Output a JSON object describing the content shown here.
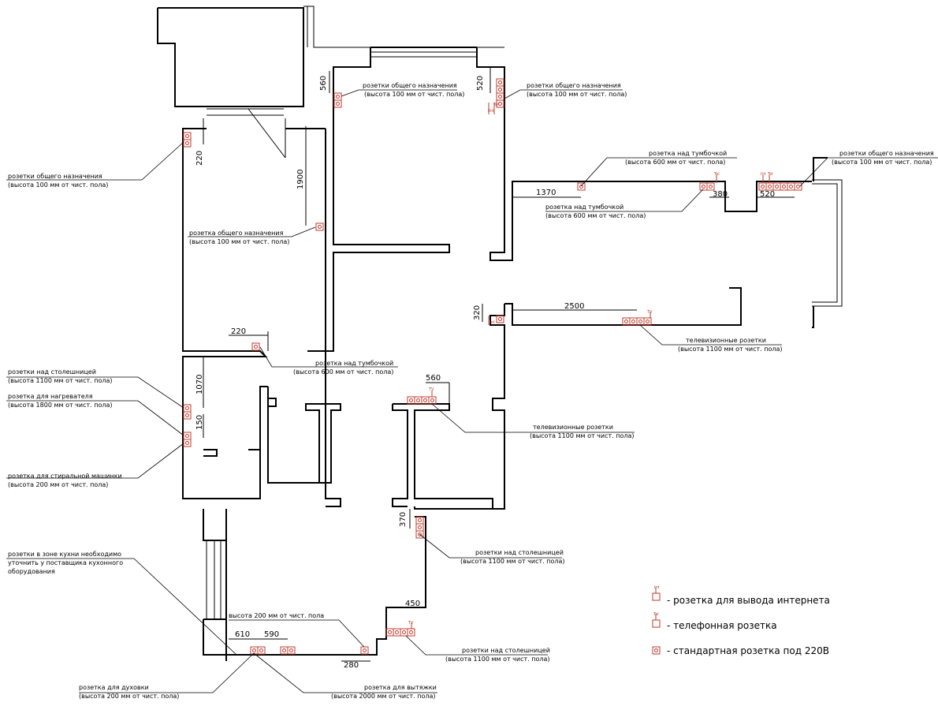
{
  "labels": {
    "r1a": "розетки общего назначения",
    "r1b": "(высота 100 мм от чист. пола)",
    "r2a": "розетка общего назначения",
    "r2b": "(высота 100 мм от чист. пола)",
    "r3a": "розетка над тумбочкой",
    "r3b": "(высота 600 мм от чист. пола)",
    "r4a": "розетки общего назначения",
    "r4b": "(высота 100 мм от чист. пола)",
    "r5a": "розетки общего назначения",
    "r5b": "(высота 100 мм от чист. пола)",
    "r6a": "розетка над тумбочкой",
    "r6b": "(высота 600 мм от чист. пола)",
    "r7a": "розетка над тумбочкой",
    "r7b": "(высота 600 мм от чист. пола)",
    "r8a": "розетки общего назначения",
    "r8b": "(высота 100 мм от чист. пола)",
    "r9a": "телевизионные розетки",
    "r9b": "(высота 1100 мм от чист. пола)",
    "r10a": "розетки над столешницей",
    "r10b": "(высота 1100 мм от чист. пола)",
    "r11a": "розетка для нагревателя",
    "r11b": "(высота 1800 мм от чист. пола)",
    "r12a": "розетка для стиральной машинки",
    "r12b": "(высота 200 мм от чист. пола)",
    "r13a": "телевизионные розетки",
    "r13b": "(высота 1100 мм от чист. пола)",
    "r14a": "розетки в зоне кухни необходимо",
    "r14b": "уточнить у поставщика кухонного",
    "r14c": "оборудования",
    "r15a": "розетки над столешницей",
    "r15b": "(высота 1100 мм от чист. пола)",
    "r16": "высота 200 мм от чист. пола",
    "r17a": "розетки над столешницей",
    "r17b": "(высота 1100 мм от чист. пола)",
    "r18a": "розетка для духовки",
    "r18b": "(высота 200 мм от чист. пола)",
    "r19a": "розетка для вытяжки",
    "r19b": "(высота 2000 мм от чист. пола)"
  },
  "dims": {
    "d560": "560",
    "d520a": "520",
    "d220a": "220",
    "d1900": "1900",
    "d1370": "1370",
    "d380": "380",
    "d520b": "520",
    "d2500": "2500",
    "d320": "320",
    "d220b": "220",
    "d1070": "1070",
    "d150": "150",
    "d560b": "560",
    "d370": "370",
    "d450": "450",
    "d610": "610",
    "d590": "590",
    "d280": "280"
  },
  "icons": {
    "int": "Int",
    "tel": "Tel",
    "tv": "TV"
  },
  "legend": {
    "internet": "- розетка для вывода интернета",
    "phone": "- телефонная розетка",
    "standard": "- стандартная розетка под 220В"
  },
  "colors": {
    "socket": "#c0392b",
    "line": "#000000"
  }
}
